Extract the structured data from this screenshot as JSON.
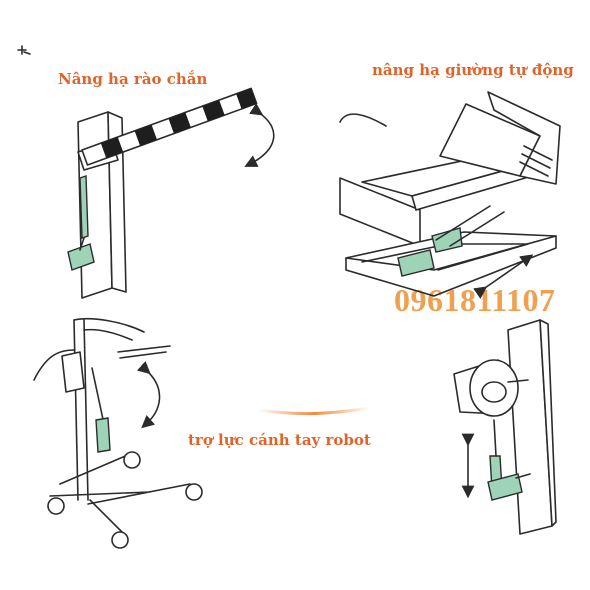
{
  "labels": {
    "barrier": "Nâng hạ rào chắn",
    "bed": "nâng hạ giường tự động",
    "robot_arm": "trợ lực cánh tay robot"
  },
  "phone": "0961811107",
  "colors": {
    "label": "#e0642a",
    "phone": "#f0a050",
    "actuator": "#9fd3b8",
    "outline": "#2b2b2b",
    "swoosh": "#f08a3c"
  }
}
